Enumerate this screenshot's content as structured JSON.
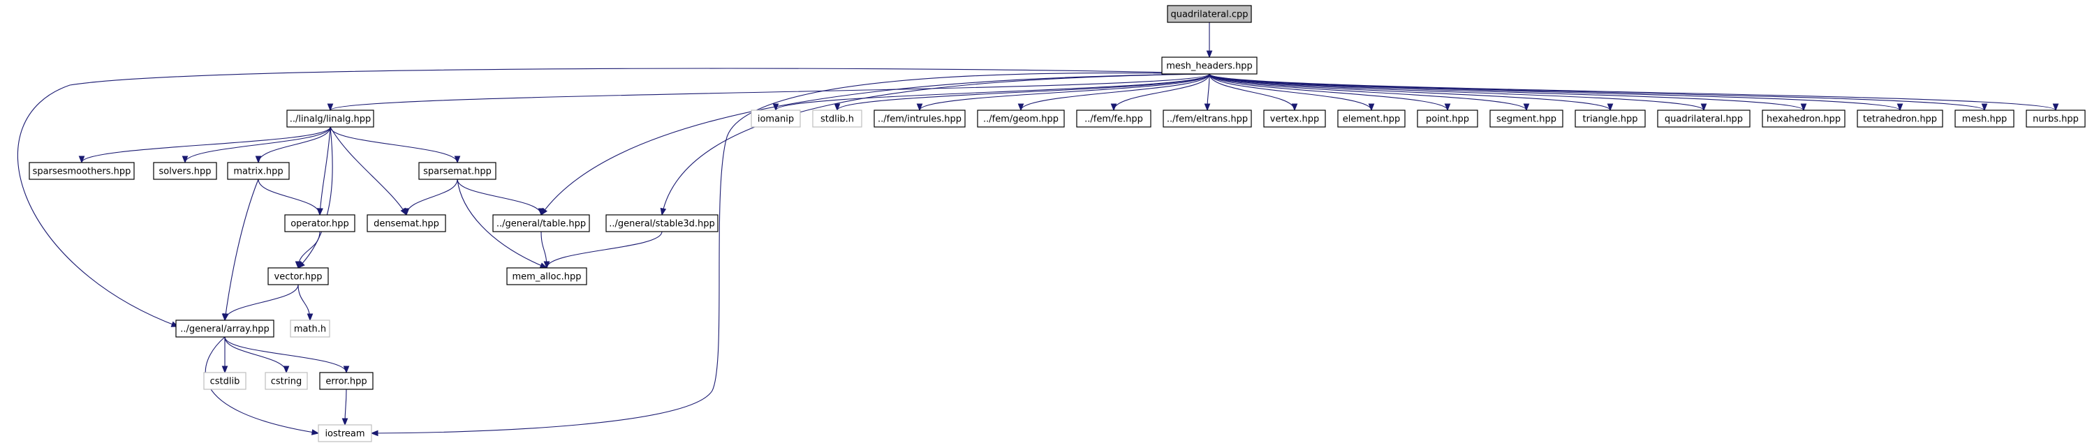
{
  "colors": {
    "edge": "#191970",
    "root_fill": "#bfbfbf",
    "node_border": "#000000",
    "external_border": "#bfbfbf",
    "text": "#000000",
    "background": "#ffffff"
  },
  "nodes": {
    "quadrilateral_cpp": "quadrilateral.cpp",
    "mesh_headers": "mesh_headers.hpp",
    "linalg": "../linalg/linalg.hpp",
    "iomanip": "iomanip",
    "stdlib_h": "stdlib.h",
    "intrules": "../fem/intrules.hpp",
    "geom": "../fem/geom.hpp",
    "fe": "../fem/fe.hpp",
    "eltrans": "../fem/eltrans.hpp",
    "vertex": "vertex.hpp",
    "element": "element.hpp",
    "point": "point.hpp",
    "segment": "segment.hpp",
    "triangle": "triangle.hpp",
    "quadrilateral_hpp": "quadrilateral.hpp",
    "hexahedron": "hexahedron.hpp",
    "tetrahedron": "tetrahedron.hpp",
    "mesh": "mesh.hpp",
    "nurbs": "nurbs.hpp",
    "sparsesmoothers": "sparsesmoothers.hpp",
    "solvers": "solvers.hpp",
    "matrix": "matrix.hpp",
    "sparsemat": "sparsemat.hpp",
    "operator": "operator.hpp",
    "densemat": "densemat.hpp",
    "table": "../general/table.hpp",
    "stable3d": "../general/stable3d.hpp",
    "vector": "vector.hpp",
    "mem_alloc": "mem_alloc.hpp",
    "array": "../general/array.hpp",
    "math_h": "math.h",
    "cstdlib": "cstdlib",
    "cstring": "cstring",
    "error": "error.hpp",
    "iostream": "iostream"
  }
}
